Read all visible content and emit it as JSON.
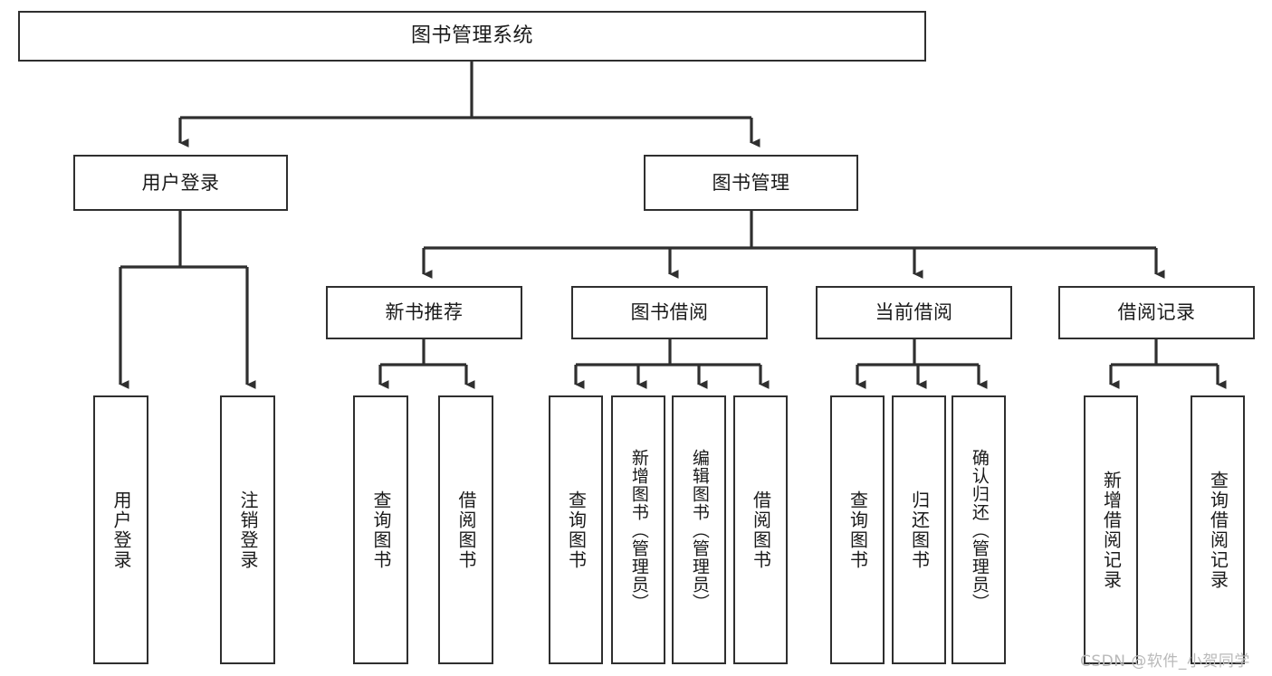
{
  "diagram": {
    "title": "图书管理系统",
    "type": "tree-hierarchy",
    "background": "#ffffff",
    "line_color": "#2f2f2f",
    "box_border_color": "#2f2f2f",
    "box_fill": "#ffffff",
    "text_color": "#1a1a1a"
  },
  "root": {
    "label": "图书管理系统"
  },
  "level2": [
    {
      "label": "用户登录"
    },
    {
      "label": "图书管理"
    }
  ],
  "level3": [
    {
      "label": "新书推荐"
    },
    {
      "label": "图书借阅"
    },
    {
      "label": "当前借阅"
    },
    {
      "label": "借阅记录"
    }
  ],
  "leaves": {
    "user_login": [
      {
        "label": "用户登录"
      },
      {
        "label": "注销登录"
      }
    ],
    "new_book_recommend": [
      {
        "label": "查询图书"
      },
      {
        "label": "借阅图书"
      }
    ],
    "book_borrow": [
      {
        "label": "查询图书"
      },
      {
        "label": "新增图书（管理员）"
      },
      {
        "label": "编辑图书（管理员）"
      },
      {
        "label": "借阅图书"
      }
    ],
    "current_borrow": [
      {
        "label": "查询图书"
      },
      {
        "label": "归还图书"
      },
      {
        "label": "确认归还（管理员）"
      }
    ],
    "borrow_records": [
      {
        "label": "新增借阅记录"
      },
      {
        "label": "查询借阅记录"
      }
    ]
  },
  "watermark": {
    "text": "CSDN @软件_小贺同学"
  }
}
